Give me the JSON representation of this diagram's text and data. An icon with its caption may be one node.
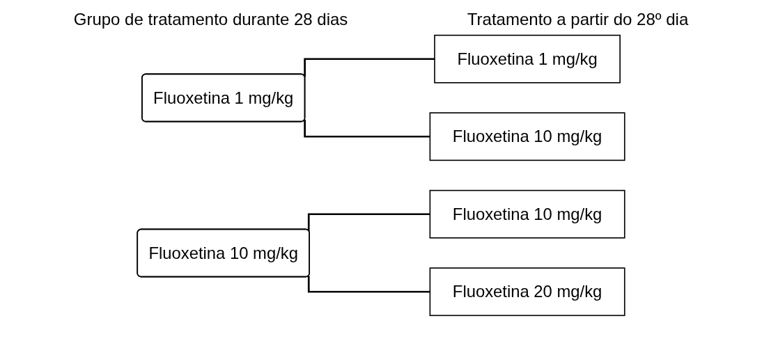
{
  "diagram": {
    "nodes": [
      {
        "text": [
          "Fluoxetina 1 mg/kg"
        ]
      },
      {
        "text": [
          "Fluoxetina 1 mg/kg"
        ]
      },
      {
        "text": [
          "Fluoxetina 10 mg/kg"
        ]
      },
      {
        "text": [
          "Fluoxetina 10 mg/kg"
        ]
      },
      {
        "text": [
          "Fluoxetina 10 mg/kg"
        ]
      },
      {
        "text": [
          "Fluoxetina 20 mg/kg"
        ]
      }
    ],
    "edges": [
      {
        "from": 0,
        "to": 1,
        "arrow": "none"
      },
      {
        "from": 0,
        "to": 2,
        "arrow": "none"
      },
      {
        "from": 3,
        "to": 4,
        "arrow": "none"
      },
      {
        "from": 3,
        "to": 5,
        "arrow": "none"
      }
    ],
    "labels": [
      "Grupo de tratamento durante 28 dias",
      "Tratamento a partir do 28º dia"
    ]
  }
}
